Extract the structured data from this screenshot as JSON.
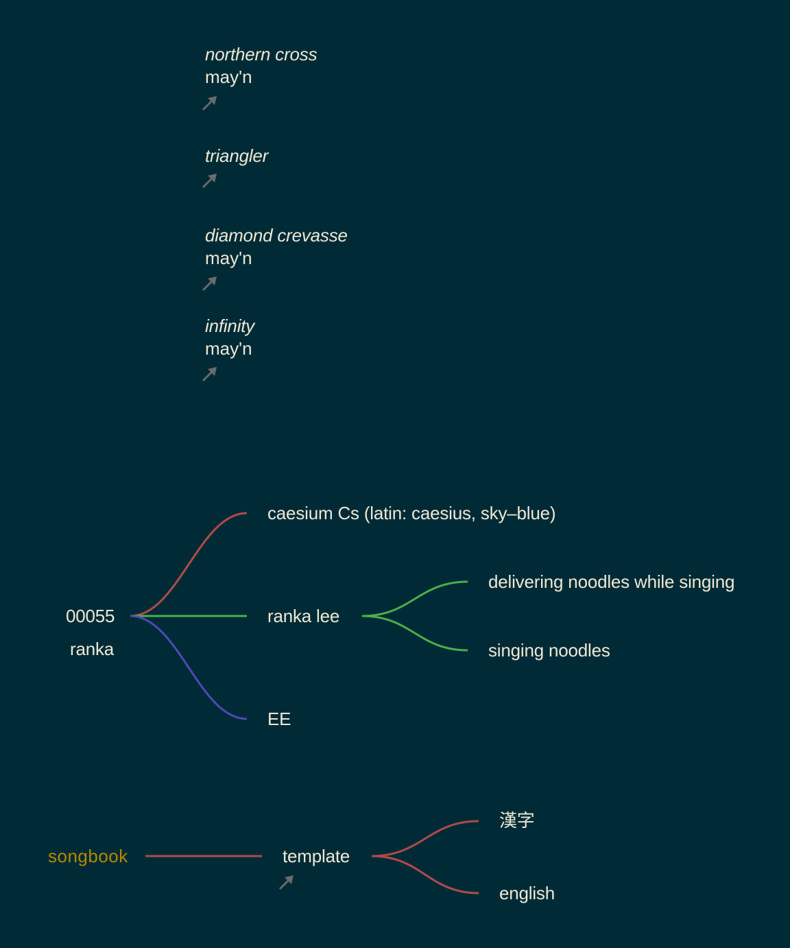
{
  "songs": [
    {
      "title": "northern cross",
      "artist": "may'n",
      "icon": "external-link-arrow-icon"
    },
    {
      "title": "triangler",
      "artist": "",
      "icon": "external-link-arrow-icon"
    },
    {
      "title": "diamond crevasse",
      "artist": "may'n",
      "icon": "external-link-arrow-icon"
    },
    {
      "title": "infinity",
      "artist": "may'n",
      "icon": "external-link-arrow-icon"
    }
  ],
  "mindmap_ranka": {
    "root_line1": "00055",
    "root_line2": "ranka",
    "branches": [
      {
        "label": "caesium Cs (latin: caesius, sky–blue)",
        "color": "#b04a4a"
      },
      {
        "label": "ranka lee",
        "color": "#4cae4c",
        "children": [
          {
            "label": "delivering noodles while singing"
          },
          {
            "label": "singing noodles"
          }
        ]
      },
      {
        "label": "EE",
        "color": "#4a4ab8"
      }
    ]
  },
  "mindmap_songbook": {
    "root": "songbook",
    "root_color": "#b58900",
    "edge_color": "#b04a4a",
    "child": "template",
    "child_icon": "external-link-arrow-icon",
    "grandchildren": [
      {
        "label": "漢字"
      },
      {
        "label": "english"
      }
    ]
  }
}
